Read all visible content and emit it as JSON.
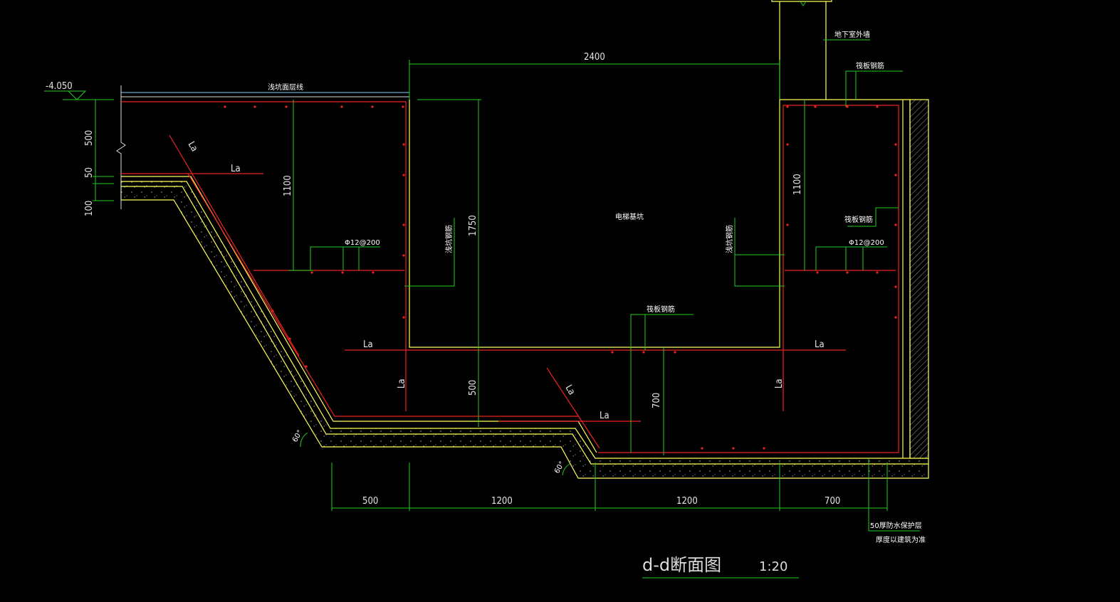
{
  "drawing": {
    "title": "d-d断面图",
    "scale": "1:20",
    "labels": {
      "elevation": "-4.050",
      "waterproof_top": "浅坑面层线",
      "basement_outer_wall": "地下室外墙",
      "raft_rebar_top": "筏板钢筋",
      "raft_rebar_right": "筏板钢筋",
      "raft_rebar_bottom": "筏板钢筋",
      "pit_line": "电梯基坑",
      "rebar_left_wall": "浅坑钢筋",
      "rebar_right_wall": "浅坑钢筋",
      "rebar_spec_left": "Φ12@200",
      "rebar_spec_right": "Φ12@200",
      "protection_note_1": "50厚防水保护层",
      "protection_note_2": "厚度以建筑为准"
    },
    "anchor_labels": [
      "La",
      "La",
      "La",
      "La",
      "La",
      "La",
      "La",
      "La"
    ],
    "angle_labels": [
      "60°",
      "60°"
    ],
    "dimensions": {
      "top_width": "2400",
      "left_500": "500",
      "left_50": "50",
      "left_100": "100",
      "h1100_left": "1100",
      "h1100_right": "1100",
      "h1750": "1750",
      "h500": "500",
      "h700": "700",
      "bottom": [
        "500",
        "1200",
        "1200",
        "700"
      ]
    }
  }
}
